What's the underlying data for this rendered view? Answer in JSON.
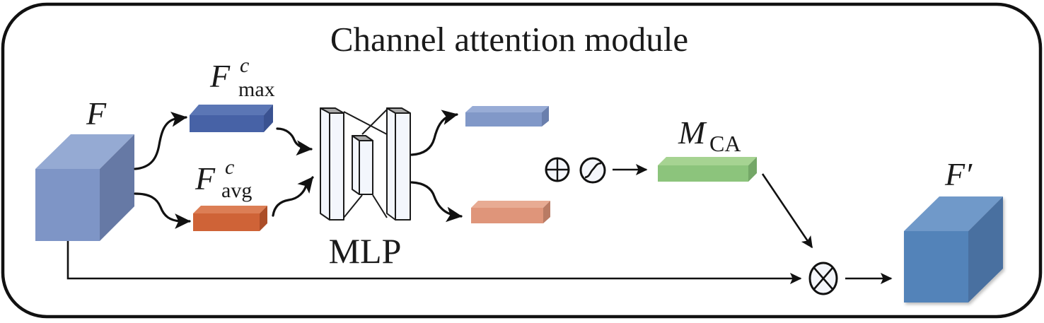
{
  "title": "Channel attention module",
  "labels": {
    "input": {
      "main": "F"
    },
    "max_pool": {
      "main": "F",
      "sup": "c",
      "sub": "max"
    },
    "avg_pool": {
      "main": "F",
      "sup": "c",
      "sub": "avg"
    },
    "mlp": "MLP",
    "attention_map": {
      "main": "M",
      "sub": "CA"
    },
    "output": {
      "main": "F′"
    }
  },
  "operators": {
    "add": "element-wise-sum",
    "sigmoid": "sigmoid",
    "multiply": "element-wise-product"
  },
  "colors": {
    "input_cube": {
      "front": "#7e95c6",
      "top": "#95aad3",
      "side": "#6679a5"
    },
    "max_bar": {
      "front": "#4762a6",
      "top": "#5b76b5",
      "side": "#3a5291"
    },
    "avg_bar": {
      "front": "#cf6337",
      "top": "#dc7e55",
      "side": "#ac4e28"
    },
    "mlp_out_top": {
      "front": "#8198c8",
      "top": "#98acd6",
      "side": "#6a7fad"
    },
    "mlp_out_bottom": {
      "front": "#df957a",
      "top": "#e8ab93",
      "side": "#b97b64"
    },
    "attention_bar": {
      "front": "#8cc47c",
      "top": "#a6d392",
      "side": "#74a767"
    },
    "output_cube": {
      "front": "#5383b9",
      "top": "#7099c9",
      "side": "#4a6fa0"
    },
    "mlp_slab_front": "#f3f6fc",
    "mlp_slab_top": "#a9a9a9"
  }
}
